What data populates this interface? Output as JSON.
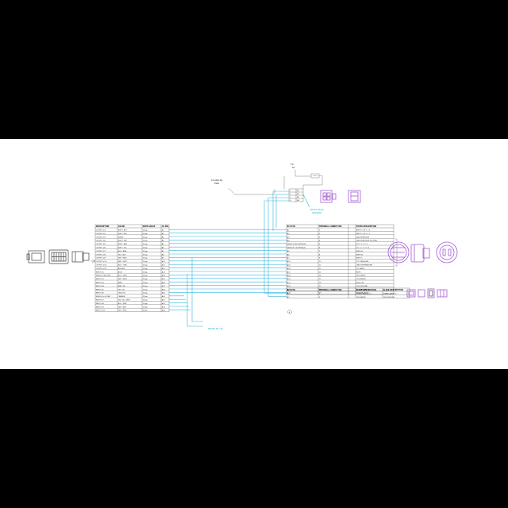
{
  "notes": {
    "left_label": "16 AWG BL",
    "left_label_sub": "PWR",
    "top_label": "TO",
    "top_label_sub": "5A",
    "splice_label": "BLACK 18 ga",
    "splice_label_sub": "GROUND",
    "bottom_label": "SPLICE 18 / 16",
    "ref_mark": "A"
  },
  "left_table": {
    "headers": [
      "DESCRIPTION",
      "COLOR",
      "WIRE GAUGE",
      "A2 PIN"
    ],
    "rows": [
      [
        "OUTPUT #1",
        "WHT / BLU",
        "18 ga",
        "A1"
      ],
      [
        "OUTPUT #2",
        "WHT / BLK",
        "18 ga",
        "A2"
      ],
      [
        "OUTPUT #3",
        "WHITE",
        "18 ga",
        "A3"
      ],
      [
        "OUTPUT #4",
        "WHT / GRY",
        "18 ga",
        "A4"
      ],
      [
        "OUTPUT #5",
        "WHT / RED",
        "18 ga",
        "A5"
      ],
      [
        "OUTPUT #6",
        "WHT / YEL",
        "18 ga",
        "A6"
      ],
      [
        "OUTPUT #7",
        "BLU / BRN",
        "18 ga",
        "A7"
      ],
      [
        "OUTPUT #8",
        "YEL / BLK",
        "18 ga",
        "A8"
      ],
      [
        "OUTPUT #9",
        "GRY / RED",
        "18 ga",
        "A9"
      ],
      [
        "OUTPUT #10",
        "RED / WHT",
        "18 ga",
        "A10"
      ],
      [
        "OUTPUT #11",
        "BLU / ORN",
        "18 ga",
        "A11"
      ],
      [
        "OUTPUT #12",
        "BROWN",
        "18 ga",
        "A12"
      ],
      [
        "INPUT #1",
        "BLUE",
        "18 ga",
        "A13"
      ],
      [
        "SENSOR GROUND",
        "BLK / GRN",
        "18 ga",
        "A14"
      ],
      [
        "INPUT #2",
        "GRY / WHT",
        "18 ga",
        "A15"
      ],
      [
        "INPUT #3",
        "PINK",
        "18 ga",
        "A16"
      ],
      [
        "INPUT #4",
        "BRN / BL",
        "18 ga",
        "A17"
      ],
      [
        "INPUT #5",
        "YEL / BL",
        "18 ga",
        "A18"
      ],
      [
        "INPUT #6",
        "ORN / BL",
        "18 ga",
        "A19"
      ],
      [
        "SENSOR +5V REF",
        "ORANGE",
        "18 ga",
        "A20"
      ],
      [
        "INPUT #7",
        "YEL / BL / WHT",
        "18 ga",
        "A21"
      ],
      [
        "INPUT #8",
        "BLU / WHT",
        "18 ga",
        "A22"
      ],
      [
        "INPUT #9",
        "GRY / BLK",
        "18 ga",
        "A23"
      ],
      [
        "INPUT #10",
        "GRY / RED",
        "18 ga",
        "A24"
      ]
    ]
  },
  "small_block": {
    "rows": [
      [
        "1",
        "B1"
      ],
      [
        "2",
        "B2"
      ],
      [
        "3",
        "B3"
      ],
      [
        "4",
        "B4"
      ]
    ]
  },
  "right_table": {
    "headers": [
      "ECU PIN",
      "TERMINAL CONNECTOR",
      "",
      "FILTER DESCRIPTION"
    ],
    "rows": [
      [
        "A1",
        "1",
        "",
        "INPUT COIL 1 / 4"
      ],
      [
        "A2",
        "2",
        "",
        "INPUT COIL 2 / 3"
      ],
      [
        "A3",
        "3",
        "",
        "LINE PRESSURE"
      ],
      [
        "A4",
        "4",
        "",
        "LINE PRESSURE GROUND"
      ],
      [
        "SENSOR GROUND A14",
        "5",
        "",
        "TCC / 1 / 2 / 3"
      ],
      [
        "SENSOR +5V REF A20",
        "6",
        "",
        "TCC 1 / 2 / 3 / 4"
      ],
      [
        "A5",
        "7",
        "",
        "SHIFT A"
      ],
      [
        "A6",
        "8",
        "",
        "SHIFT B"
      ],
      [
        "A7",
        "9",
        "",
        "SHIFT C"
      ],
      [
        "A13",
        "10",
        "",
        "TCC PRESSURE"
      ],
      [
        "A15",
        "11",
        "",
        "LINE TEMPERATURE"
      ],
      [
        "A16",
        "12",
        "",
        "TCC APPLY"
      ],
      [
        "A17",
        "13",
        "",
        "MLPS"
      ],
      [
        "A18",
        "14",
        "",
        "TRS SPEED"
      ],
      [
        "A19",
        "15",
        "",
        "OSS SPEED"
      ],
      [
        "A21",
        "16",
        "",
        "4X4 LOW"
      ],
      [
        "A22",
        "17",
        "",
        "OSS GROUND"
      ],
      [
        "A23",
        "18",
        "",
        "TSS GROUND"
      ],
      [
        "A24",
        "19",
        "",
        "GROUND PLUG"
      ]
    ]
  },
  "lower_table": {
    "headers": [
      "ECU PIN",
      "TERMINAL CONNECTOR",
      "",
      "SLAVE DESCRIPTION",
      "SLAVE DESCRIPTION"
    ],
    "rows": [
      [
        "B1",
        "1",
        "",
        "TURBO SPEED (+)",
        "TURBO SPEED (-)"
      ],
      [
        "B2",
        "2",
        "",
        "OSS SPEED",
        "OSS GROUND"
      ]
    ]
  },
  "colors": {
    "wire": "#35b6dd",
    "connector_purple": "#a35bd6",
    "grid": "#333333"
  },
  "icons": [
    "main-connector-icon",
    "trans-connector-icon",
    "sensor-connector-icon"
  ]
}
